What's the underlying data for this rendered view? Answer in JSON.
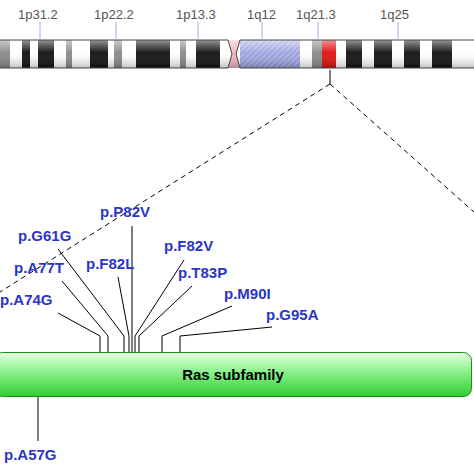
{
  "diagram": {
    "nodes": [
      {
        "text": [
          "Ras subfamily"
        ]
      }
    ],
    "labels": [
      "1p31.2",
      "1p22.2",
      "1p13.3",
      "1q12",
      "1q21.3",
      "1q25",
      "p.P82V",
      "p.G61G",
      "p.F82V",
      "p.A77T",
      "p.F82L",
      "p.T83P",
      "p.M90I",
      "p.A74G",
      "p.G95A",
      "p.A57G"
    ]
  }
}
